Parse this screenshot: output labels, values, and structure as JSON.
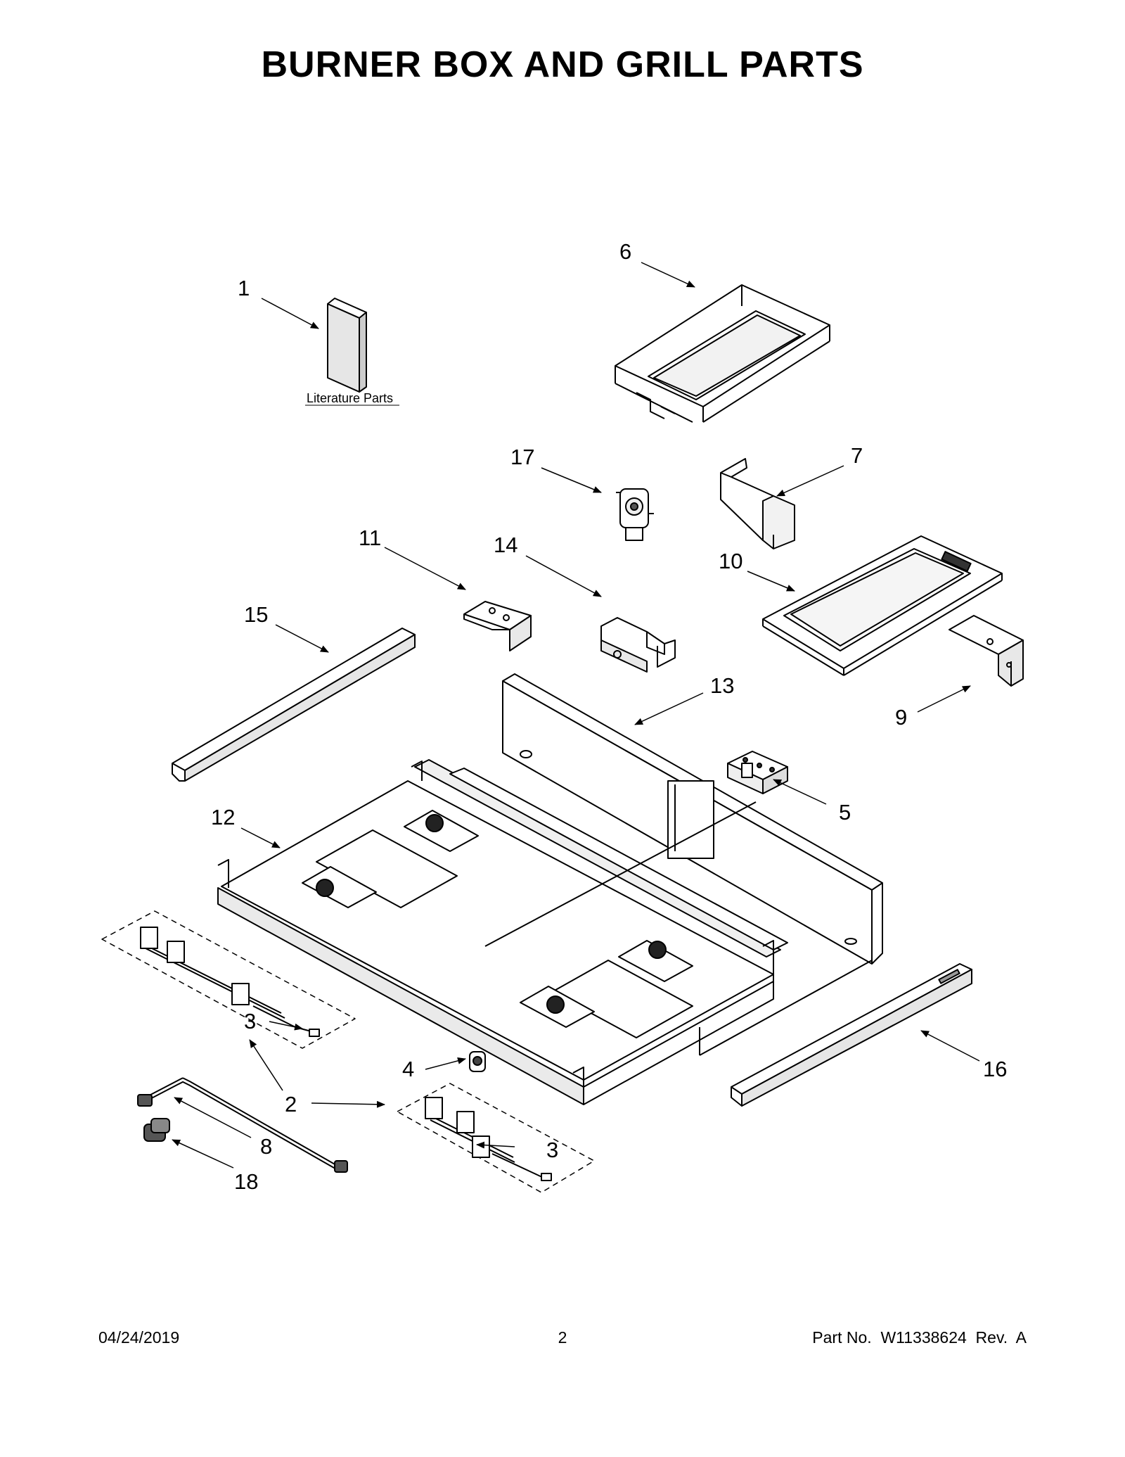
{
  "title": "BURNER BOX AND GRILL PARTS",
  "literature_label": "Literature Parts",
  "callouts": [
    "1",
    "6",
    "17",
    "7",
    "11",
    "14",
    "10",
    "15",
    "9",
    "13",
    "5",
    "12",
    "3",
    "4",
    "16",
    "2",
    "8",
    "3",
    "18"
  ],
  "footer": {
    "date": "04/24/2019",
    "page": "2",
    "part_no": "Part No.  W11338624  Rev.  A"
  }
}
